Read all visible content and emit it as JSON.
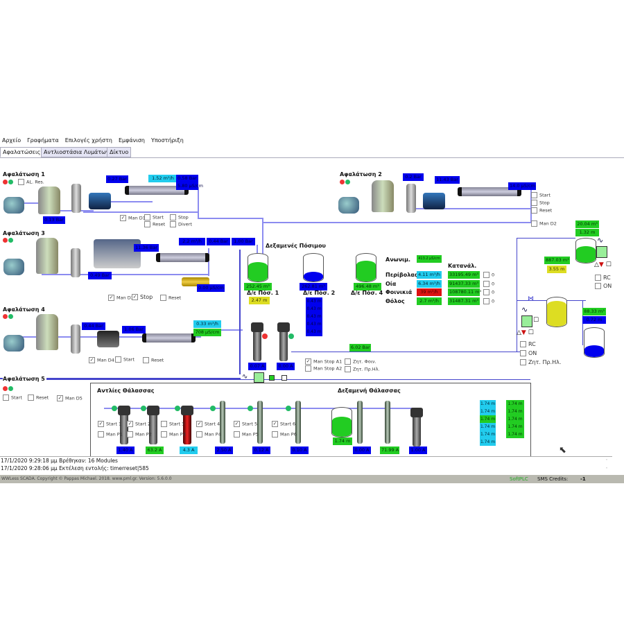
{
  "menu": [
    "Αρχείο",
    "Γραφήματα",
    "Επιλογές χρήστη",
    "Εμφάνιση",
    "Υποστήριξη"
  ],
  "tabs": [
    "Αφαλατώσεις",
    "Αντλιοστάσια Λυμάτων",
    "Δίκτυο"
  ],
  "d1": {
    "title": "Αφαλάτωση 1",
    "al_res": "AL. Res.",
    "p_in": "0.27 Bar",
    "flow": "1.52 m³/h",
    "p_out": "0.58 Bar",
    "cond": "5.80 μS/cm",
    "p_low": "0.13 Bar",
    "man": "Man D1",
    "start": "Start",
    "reset": "Reset",
    "stop": "Stop",
    "divert": "Divert"
  },
  "d2": {
    "title": "Αφαλάτωση 2",
    "p_in": "0.2 Bar",
    "p_pump": "11.43 Bar",
    "cond": "14.0 μS/cm",
    "start": "Start",
    "stop": "Stop",
    "reset": "Reset",
    "man": "Man D2"
  },
  "d3": {
    "title": "Αφαλάτωση 3",
    "p_pump": "11.36 Bar",
    "flow": "2.2 m³/h",
    "p_out": "0.44 Bar",
    "p_x": "1.00 Bar",
    "p_low": "0.49 Bar",
    "cond": "0.00 μS/cm",
    "man": "Man D3",
    "stop": "Stop",
    "reset": "Reset"
  },
  "d4": {
    "title": "Αφαλάτωση 4",
    "p_in": "0.44 Bar",
    "p_pump": "1.06 Bar",
    "flow": "0.33 m³/h",
    "cond": "708 μS/cm",
    "man": "Man D4",
    "start": "Start",
    "reset": "Reset"
  },
  "d5": {
    "title": "Αφαλάτωση 5",
    "start": "Start",
    "reset": "Reset",
    "man": "Man D5"
  },
  "potable": {
    "title": "Δεξαμενές Πόσιμου",
    "t1": {
      "vol": "252.45 m³",
      "name": "Δ/ε Πόσ. 1",
      "level": "2.47 m",
      "fill": 0.7
    },
    "t2": {
      "vol": "262.81 m³",
      "name": "Δ/ε Πόσ. 2",
      "fill": 0.35,
      "levels": [
        "0.43 m",
        "0.43 m",
        "0.43 m",
        "0.43 m",
        "0.43 m"
      ]
    },
    "t4": {
      "vol": "496.48 m³",
      "name": "Δ/ε Πόσ. 4",
      "fill": 0.75
    }
  },
  "anon": {
    "label": "Ανωνιμ.",
    "value": "413.2 μS/cm"
  },
  "consumption": {
    "header": "Κατανάλ.",
    "rows": [
      {
        "name": "Περίβολας",
        "flow": "4.11 m³/h",
        "flow_color": "cyan",
        "total": "33195.49 m³",
        "count": "0"
      },
      {
        "name": "Οία",
        "flow": "6.34 m³/h",
        "flow_color": "cyan",
        "total": "91437.33 m³",
        "count": "0"
      },
      {
        "name": "Φοινικιά",
        "flow": "39 m³/h",
        "flow_color": "red",
        "total": "108780.11 m³",
        "count": "0"
      },
      {
        "name": "Θόλος",
        "flow": "2.7 m³/h",
        "flow_color": "green",
        "total": "31487.31 m³",
        "count": "0"
      }
    ]
  },
  "booster": {
    "a1": "0.07 A",
    "a2": "0.00 A",
    "pressure": "6.02 Bar",
    "man_stop_a1": "Man Stop A1",
    "man_stop_a2": "Man Stop A2",
    "req_foin": "Ζητ. Φοιν.",
    "req_prh": "Ζητ. Πρ.Ηλ."
  },
  "sea_pumps": {
    "title": "Αντλίες Θάλασσας",
    "pumps": [
      {
        "start": "Start 1",
        "man": "Man P1",
        "current": "1.40 A",
        "color": "blue",
        "checked": true
      },
      {
        "start": "Start 2",
        "man": "Man P2",
        "current": "63.2 A",
        "color": "green",
        "checked": true
      },
      {
        "start": "Start 3",
        "man": "Man P4",
        "current": "4.3 A",
        "color": "cyan",
        "checked": false
      },
      {
        "start": "Start 4",
        "man": "Man P4",
        "current": "2.50 A",
        "color": "blue",
        "checked": true
      },
      {
        "start": "Start 5",
        "man": "Man P5",
        "current": "0.12 A",
        "color": "blue",
        "checked": true
      },
      {
        "start": "Start 6",
        "man": "Man P6",
        "current": "0.10 A",
        "color": "blue",
        "checked": true
      }
    ]
  },
  "sea_tank": {
    "title": "Δεξαμενή Θάλασσας",
    "level": "1.74 m",
    "fill": 0.7,
    "currents": [
      "0.00 A",
      "71.99 A",
      "1.00 A"
    ],
    "col1": [
      "1.74 m",
      "1.74 m",
      "1.74 m",
      "1.74 m",
      "1.74 m",
      "1.74 m"
    ],
    "col2": [
      "1.74 m",
      "1.74 m",
      "1.74 m",
      "1.74 m",
      "1.74 m"
    ]
  },
  "right": {
    "ta_vol": "20.04 m³",
    "ta_level": "1.32 m",
    "tb_vol": "887.03 m³",
    "tb_level": "3.55 m",
    "tc_vol": "88.33 m³",
    "tc_level": "0.72 m",
    "rc": "RC",
    "on": "ON",
    "req": "Ζητ. Πρ.Ηλ."
  },
  "log": [
    "17/1/2020 9:29:18 μμ Βρέθηκαν: 16 Modules",
    "17/1/2020 9:28:06 μμ Εκτέλεση εντολής: timerreset|585"
  ],
  "status": {
    "copyright": "WWLess SCADA. Copyright © Pappas Michael. 2018. www.pml.gr. Version: 5.6.0.0",
    "softplc": "SoftPLC",
    "sms_label": "SMS Credits:",
    "sms_value": "-1"
  }
}
